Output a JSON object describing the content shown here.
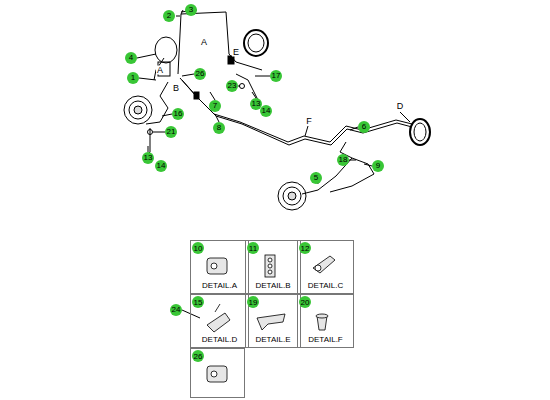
{
  "diagram": {
    "nodes": [
      {
        "text": [
          "10",
          "DETAIL.A"
        ]
      },
      {
        "text": [
          "11",
          "DETAIL.B"
        ]
      },
      {
        "text": [
          "12",
          "DETAIL.C"
        ]
      },
      {
        "text": [
          "15",
          "DETAIL.D"
        ]
      },
      {
        "text": [
          "19",
          "DETAIL.E"
        ]
      },
      {
        "text": [
          "20",
          "DETAIL.F"
        ]
      },
      {
        "text": [
          "26"
        ]
      }
    ],
    "edges": [],
    "labels": [
      "2",
      "3",
      "A",
      "4",
      "A",
      "E",
      "1",
      "26",
      "B",
      "17",
      "23",
      "13",
      "14",
      "16",
      "7",
      "8",
      "21",
      "13",
      "14",
      "F",
      "D",
      "6",
      "18",
      "9",
      "5",
      "24"
    ]
  }
}
